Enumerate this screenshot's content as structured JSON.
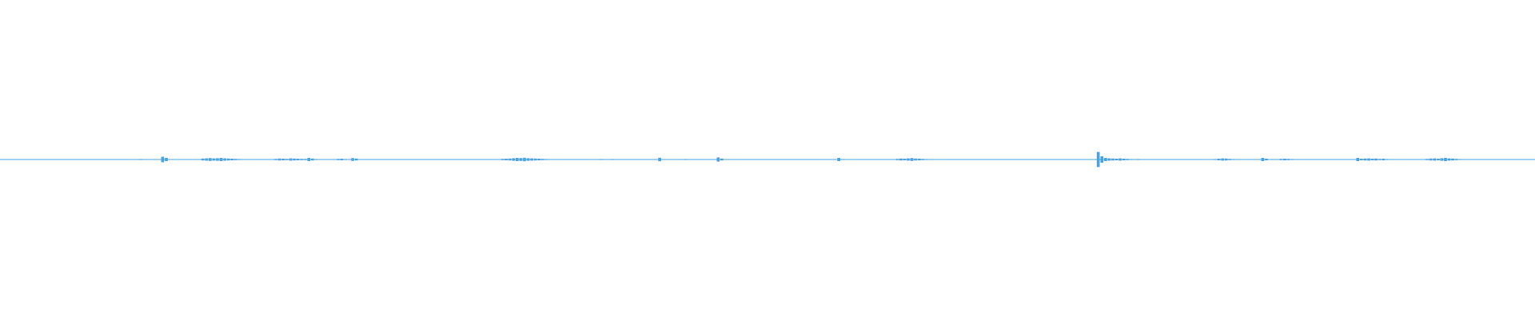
{
  "waveform": {
    "color": "#4aa3df",
    "baseline_color": "#4aa3df",
    "samples_per_bar": 1,
    "peaks": [
      0.01,
      0.02,
      0.01,
      0.02,
      0.01,
      0.02,
      0.03,
      0.02,
      0.01,
      0.02,
      0.02,
      0.01,
      0.02,
      0.03,
      0.02,
      0.01,
      0.02,
      0.02,
      0.01,
      0.02,
      0.02,
      0.01,
      0.02,
      0.03,
      0.02,
      0.01,
      0.02,
      0.02,
      0.01,
      0.02,
      0.03,
      0.02,
      0.04,
      0.03,
      0.02,
      0.03,
      0.02,
      0.05,
      0.06,
      0.04,
      0.03,
      0.02,
      0.02,
      0.03,
      0.35,
      0.2,
      0.04,
      0.02,
      0.02,
      0.03,
      0.02,
      0.01,
      0.02,
      0.03,
      0.05,
      0.12,
      0.15,
      0.18,
      0.14,
      0.16,
      0.2,
      0.15,
      0.12,
      0.1,
      0.08,
      0.06,
      0.05,
      0.04,
      0.05,
      0.04,
      0.03,
      0.03,
      0.02,
      0.03,
      0.05,
      0.08,
      0.12,
      0.1,
      0.08,
      0.14,
      0.12,
      0.1,
      0.08,
      0.07,
      0.2,
      0.12,
      0.06,
      0.04,
      0.03,
      0.02,
      0.03,
      0.04,
      0.08,
      0.1,
      0.06,
      0.04,
      0.18,
      0.12,
      0.05,
      0.04,
      0.02,
      0.03,
      0.02,
      0.02,
      0.01,
      0.02,
      0.02,
      0.01,
      0.02,
      0.02,
      0.01,
      0.02,
      0.03,
      0.02,
      0.01,
      0.02,
      0.02,
      0.01,
      0.02,
      0.02,
      0.03,
      0.02,
      0.02,
      0.02,
      0.01,
      0.02,
      0.03,
      0.02,
      0.01,
      0.02,
      0.02,
      0.01,
      0.02,
      0.03,
      0.02,
      0.03,
      0.05,
      0.08,
      0.1,
      0.12,
      0.16,
      0.2,
      0.18,
      0.22,
      0.16,
      0.14,
      0.12,
      0.1,
      0.08,
      0.06,
      0.04,
      0.03,
      0.02,
      0.02,
      0.03,
      0.02,
      0.02,
      0.03,
      0.04,
      0.03,
      0.02,
      0.02,
      0.03,
      0.05,
      0.06,
      0.05,
      0.04,
      0.06,
      0.05,
      0.04,
      0.03,
      0.02,
      0.04,
      0.05,
      0.04,
      0.03,
      0.02,
      0.02,
      0.03,
      0.02,
      0.22,
      0.04,
      0.02,
      0.02,
      0.03,
      0.04,
      0.05,
      0.06,
      0.05,
      0.04,
      0.03,
      0.03,
      0.04,
      0.02,
      0.03,
      0.04,
      0.26,
      0.12,
      0.04,
      0.03,
      0.02,
      0.02,
      0.01,
      0.02,
      0.02,
      0.01,
      0.02,
      0.03,
      0.02,
      0.01,
      0.02,
      0.02,
      0.01,
      0.02,
      0.02,
      0.03,
      0.04,
      0.05,
      0.04,
      0.05,
      0.04,
      0.03,
      0.04,
      0.03,
      0.02,
      0.02,
      0.03,
      0.02,
      0.02,
      0.2,
      0.06,
      0.04,
      0.03,
      0.02,
      0.02,
      0.03,
      0.02,
      0.02,
      0.01,
      0.02,
      0.02,
      0.01,
      0.02,
      0.03,
      0.04,
      0.08,
      0.12,
      0.1,
      0.14,
      0.18,
      0.12,
      0.1,
      0.08,
      0.06,
      0.04,
      0.03,
      0.02,
      0.02,
      0.03,
      0.02,
      0.02,
      0.02,
      0.03,
      0.02,
      0.02,
      0.03,
      0.04,
      0.03,
      0.02,
      0.02,
      0.03,
      0.02,
      0.02,
      0.03,
      0.02,
      0.03,
      0.04,
      0.05,
      0.03,
      0.02,
      0.02,
      0.02,
      0.01,
      0.02,
      0.03,
      0.02,
      0.01,
      0.02,
      0.02,
      0.01,
      0.02,
      0.03,
      0.02,
      0.01,
      0.02,
      0.02,
      0.01,
      0.02,
      0.03,
      0.02,
      0.95,
      0.4,
      0.2,
      0.15,
      0.12,
      0.1,
      0.14,
      0.1,
      0.08,
      0.06,
      0.05,
      0.06,
      0.04,
      0.05,
      0.04,
      0.03,
      0.04,
      0.03,
      0.03,
      0.02,
      0.02,
      0.03,
      0.02,
      0.02,
      0.03,
      0.02,
      0.02,
      0.02,
      0.03,
      0.02,
      0.02,
      0.03,
      0.06,
      0.1,
      0.14,
      0.12,
      0.08,
      0.06,
      0.04,
      0.03,
      0.04,
      0.03,
      0.02,
      0.03,
      0.02,
      0.2,
      0.1,
      0.04,
      0.03,
      0.04,
      0.08,
      0.1,
      0.08,
      0.06,
      0.05,
      0.04,
      0.03,
      0.02,
      0.02,
      0.02,
      0.02,
      0.03,
      0.02,
      0.02,
      0.01,
      0.02,
      0.03,
      0.02,
      0.02,
      0.03,
      0.04,
      0.2,
      0.1,
      0.12,
      0.14,
      0.1,
      0.12,
      0.08,
      0.1,
      0.06,
      0.05,
      0.04,
      0.03,
      0.04,
      0.03,
      0.02,
      0.02,
      0.03,
      0.02,
      0.05,
      0.08,
      0.12,
      0.14,
      0.1,
      0.16,
      0.2,
      0.14,
      0.12,
      0.08,
      0.06,
      0.04,
      0.03,
      0.02,
      0.02,
      0.03,
      0.02,
      0.02,
      0.03,
      0.02,
      0.02,
      0.03,
      0.03,
      0.02,
      0.02,
      0.01,
      0.02,
      0.02,
      0.01,
      0.02,
      0.02
    ]
  }
}
